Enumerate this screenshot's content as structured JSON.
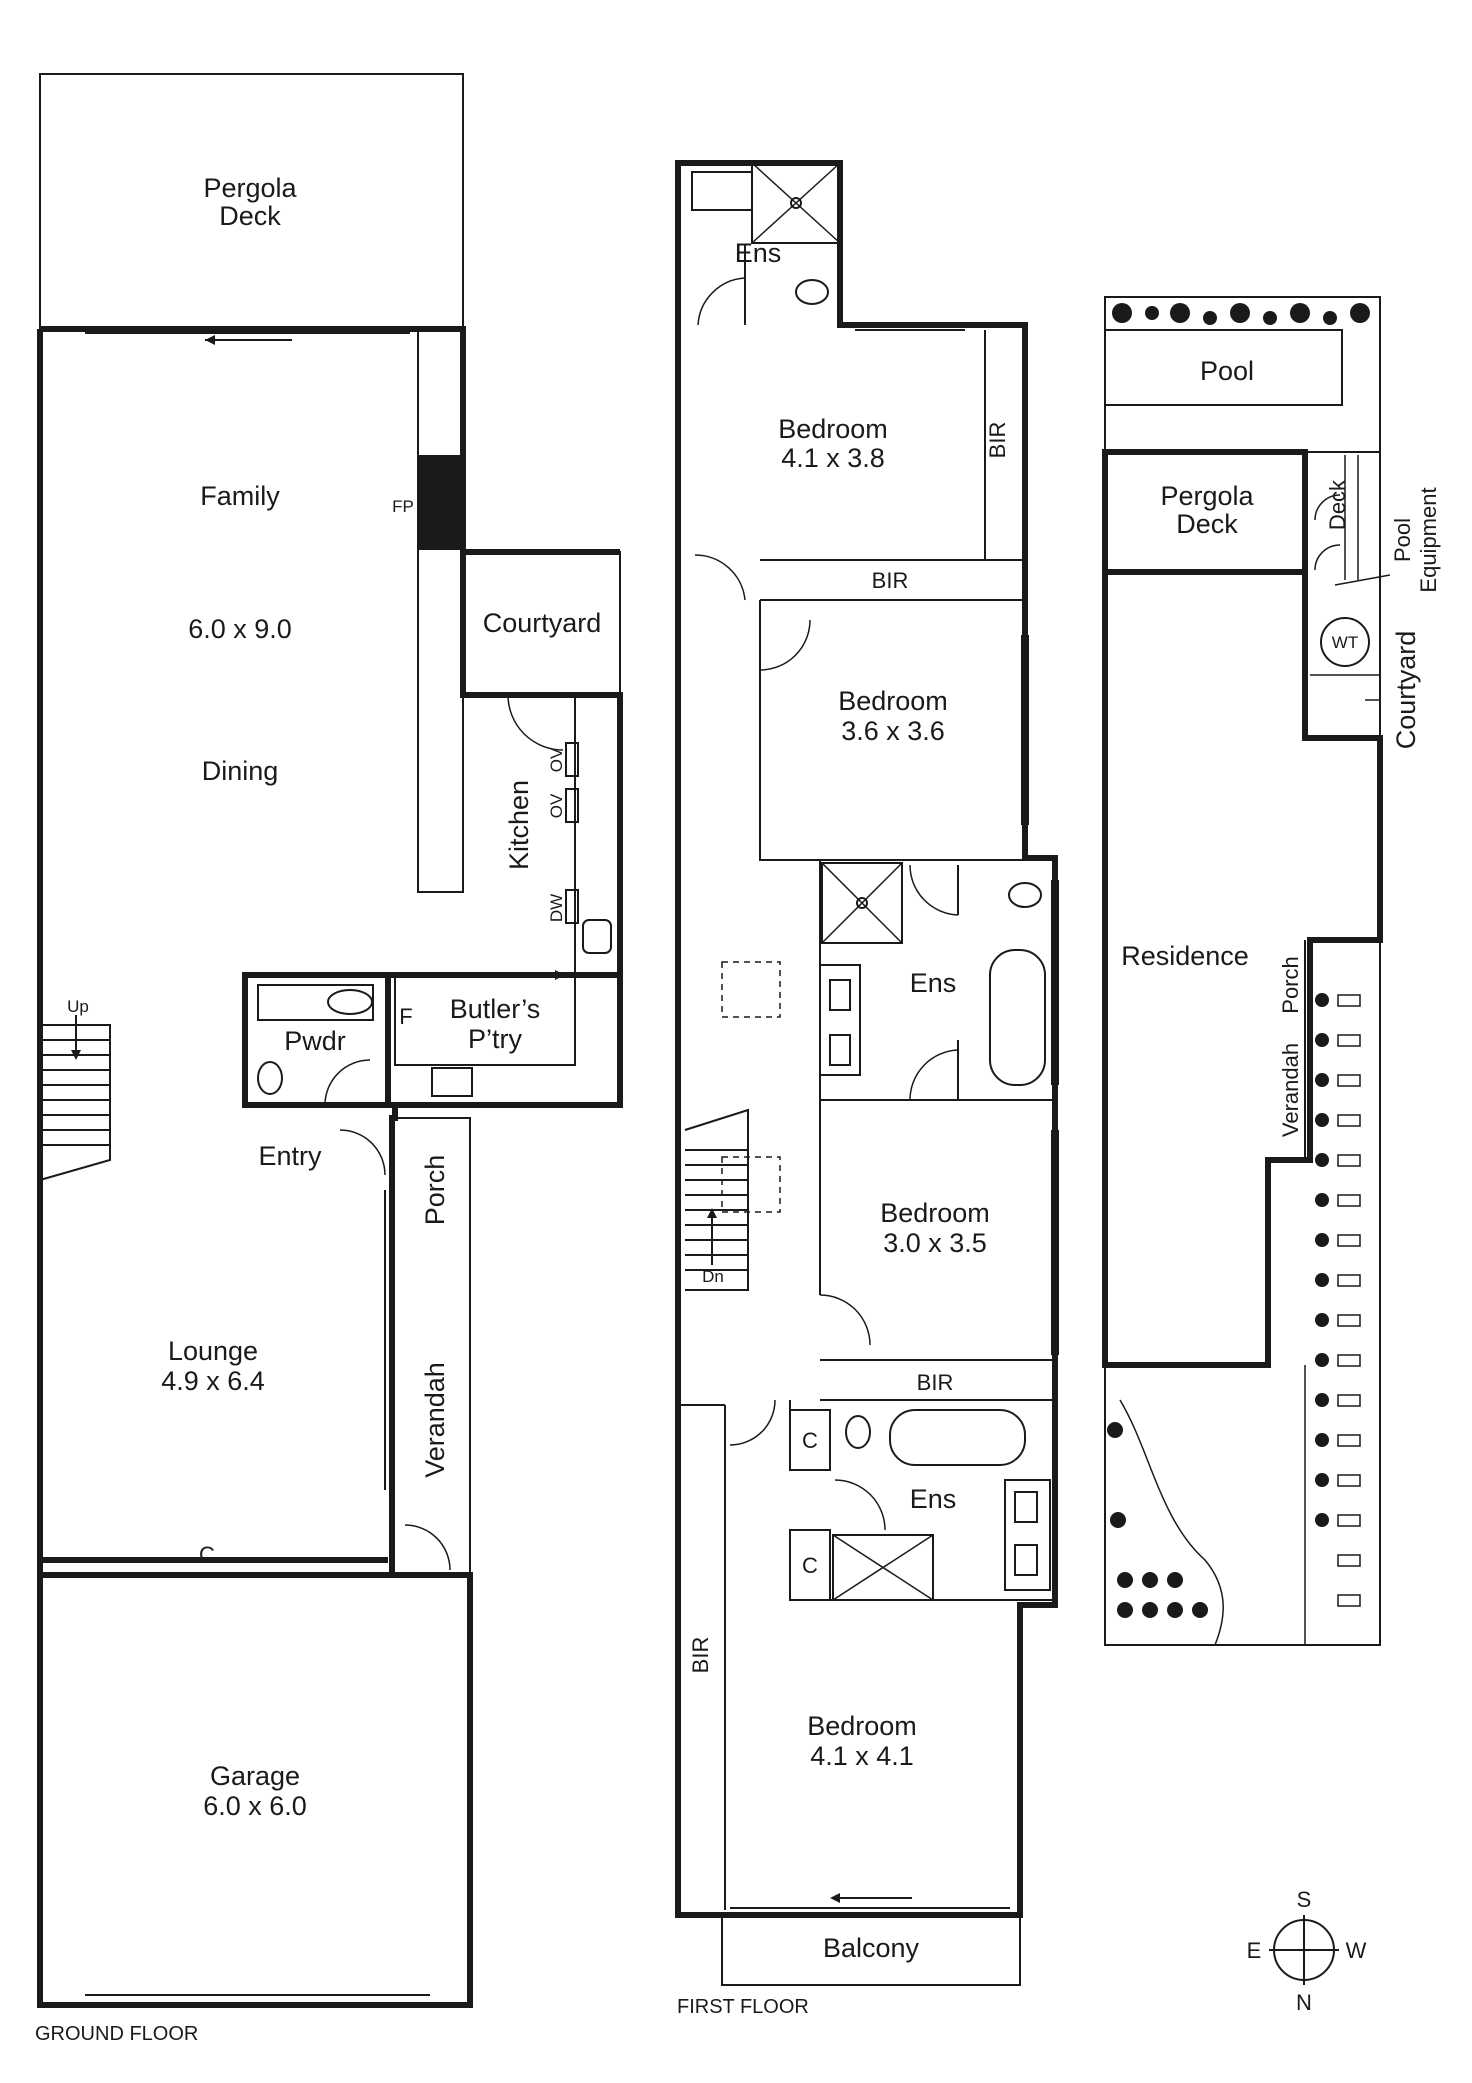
{
  "ground_floor": {
    "caption": "GROUND FLOOR",
    "pergola_deck": [
      "Pergola",
      "Deck"
    ],
    "family": "Family",
    "family_dims": "6.0 x 9.0",
    "dining": "Dining",
    "fp": "FP",
    "courtyard": "Courtyard",
    "kitchen": "Kitchen",
    "ov1": "OV",
    "ov2": "OV",
    "dw": "DW",
    "up": "Up",
    "pwdr": "Pwdr",
    "f": "F",
    "butlers": [
      "Butler’s",
      "P’try"
    ],
    "entry": "Entry",
    "porch": "Porch",
    "lounge": "Lounge",
    "lounge_dims": "4.9 x 6.4",
    "verandah": "Verandah",
    "c": "C",
    "garage": "Garage",
    "garage_dims": "6.0 x 6.0"
  },
  "first_floor": {
    "caption": "FIRST FLOOR",
    "ens_top": "Ens",
    "bed1": "Bedroom",
    "bed1_dims": "4.1 x 3.8",
    "bir_v1": "BIR",
    "bir_h1": "BIR",
    "bed2": "Bedroom",
    "bed2_dims": "3.6 x 3.6",
    "ens_mid": "Ens",
    "bed3": "Bedroom",
    "bed3_dims": "3.0 x 3.5",
    "dn": "Dn",
    "bir_h2": "BIR",
    "c1": "C",
    "c2": "C",
    "ens_bot": "Ens",
    "bir_v2": "BIR",
    "bed4": "Bedroom",
    "bed4_dims": "4.1 x 4.1",
    "balcony": "Balcony"
  },
  "site_plan": {
    "pool": "Pool",
    "pergola_deck": [
      "Pergola",
      "Deck"
    ],
    "deck": "Deck",
    "pool_equipment": [
      "Pool",
      "Equipment"
    ],
    "wt": "WT",
    "courtyard": "Courtyard",
    "residence": "Residence",
    "porch": "Porch",
    "verandah": "Verandah"
  },
  "compass": {
    "n": "N",
    "s": "S",
    "e": "E",
    "w": "W"
  },
  "colors": {
    "ink": "#1a1a1a",
    "background": "#ffffff"
  }
}
